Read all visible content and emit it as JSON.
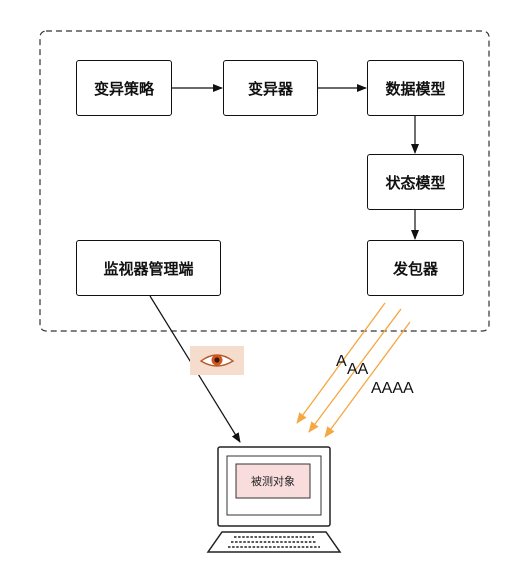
{
  "boxes": {
    "mutation_strategy": "变异策略",
    "mutator": "变异器",
    "data_model": "数据模型",
    "state_model": "状态模型",
    "packet_sender": "发包器",
    "monitor": "监视器管理端"
  },
  "packets": {
    "a1": "A",
    "a2": "AA",
    "a4": "AAAA"
  },
  "target": "被测对象",
  "icons": {
    "eye": "eye-icon",
    "computer": "computer-icon"
  },
  "colors": {
    "packet_arrow": "#f5a742",
    "eye_bg": "#f6dccd",
    "screen_fill": "#f9dddd"
  }
}
